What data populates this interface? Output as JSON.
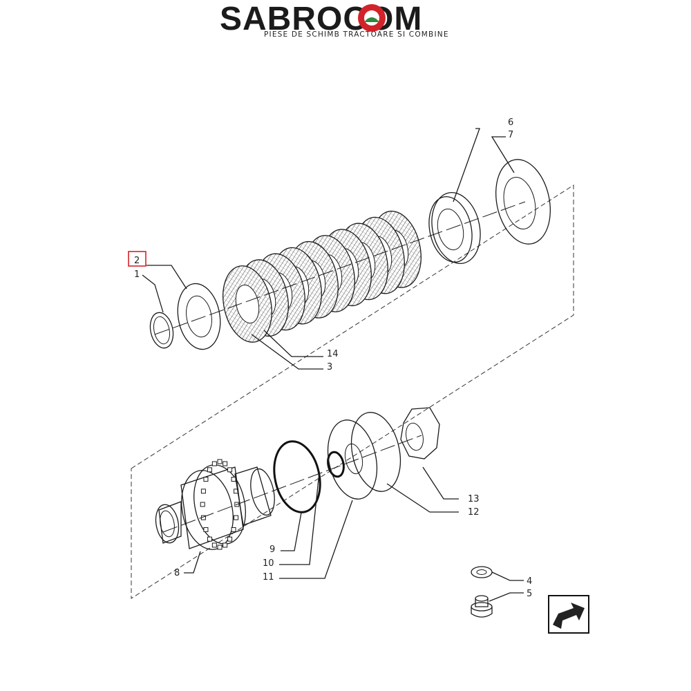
{
  "brand": {
    "name": "SABROCOM",
    "tagline": "PIESE DE SCHIMB TRACTOARE SI COMBINE",
    "accent_color": "#2e8b3a",
    "gear_color": "#d2232a"
  },
  "diagram": {
    "highlighted_callout": "2",
    "callouts": [
      "1",
      "2",
      "3",
      "4",
      "5",
      "6",
      "7",
      "8",
      "9",
      "10",
      "11",
      "12",
      "13",
      "14"
    ],
    "nav_icon": "arrow-next-page-icon"
  }
}
